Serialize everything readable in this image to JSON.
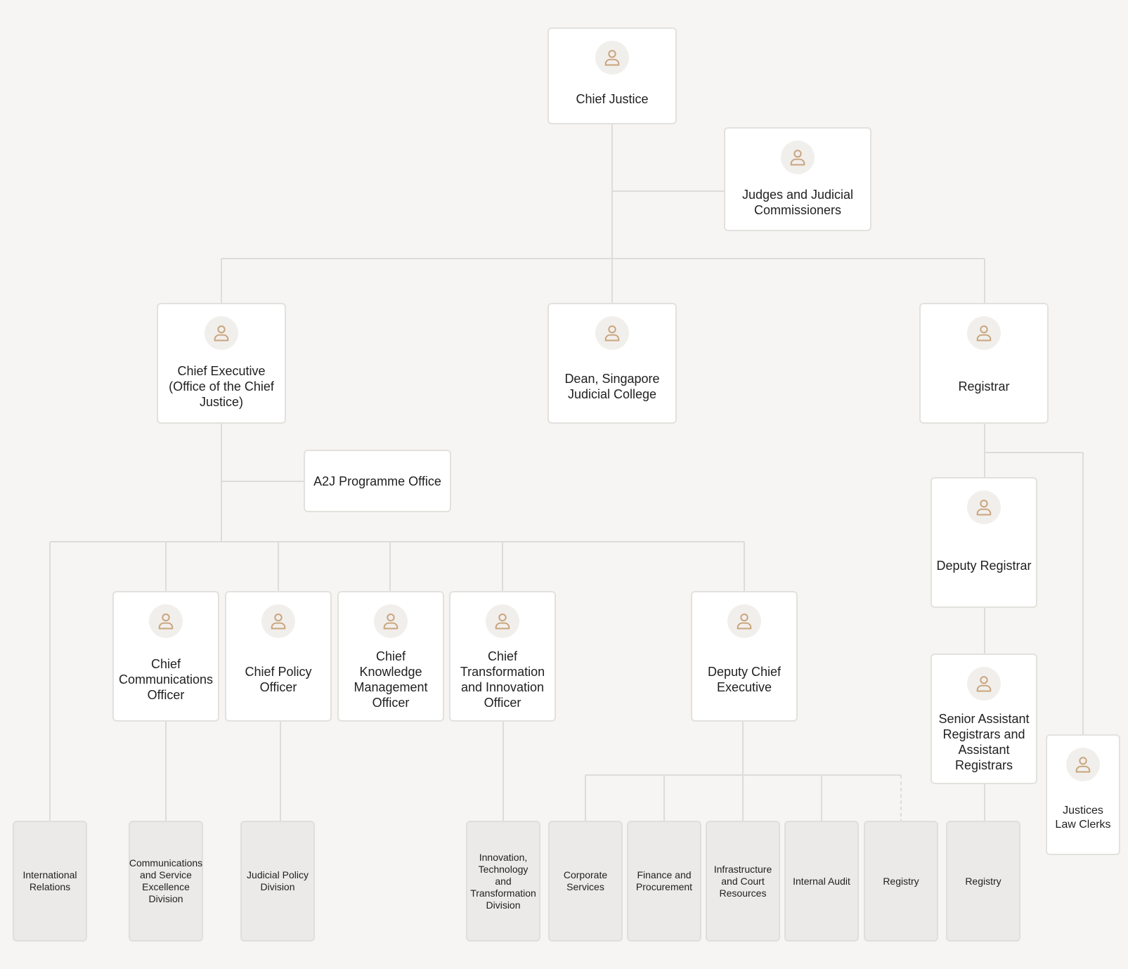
{
  "colors": {
    "background": "#f6f5f3",
    "box_fill": "#ffffff",
    "unit_fill": "#ebeae8",
    "border": "#e3e1dd",
    "connector": "#dedcd8",
    "icon": "#c9a47c",
    "icon_bg": "#f1efec"
  },
  "icon": "person-icon",
  "roles": {
    "chief_justice": "Chief Justice",
    "judges": "Judges and Judicial Commissioners",
    "chief_executive": "Chief Executive (Office of the Chief Justice)",
    "dean_sjc": "Dean, Singapore Judicial College",
    "registrar": "Registrar",
    "a2j_office": "A2J Programme Office",
    "deputy_registrar": "Deputy Registrar",
    "chief_communications": "Chief Communications Officer",
    "chief_policy": "Chief Policy Officer",
    "chief_knowledge": "Chief Knowledge Management Officer",
    "chief_transformation": "Chief Transformation and Innovation Officer",
    "deputy_chief_executive": "Deputy Chief Executive",
    "senior_assistant_registrars": "Senior Assistant Registrars and Assistant Registrars",
    "justices_law_clerks": "Justices Law Clerks"
  },
  "units": {
    "international_relations": "International Relations",
    "communications_division": "Communications and Service Excellence Division",
    "judicial_policy_division": "Judicial Policy Division",
    "itt_division": "Innovation, Technology and Transformation Division",
    "corporate_services": "Corporate Services",
    "finance_procurement": "Finance and Procurement",
    "infrastructure_resources": "Infrastructure and Court Resources",
    "internal_audit": "Internal Audit",
    "registry_dce": "Registry",
    "registry_sar": "Registry"
  }
}
